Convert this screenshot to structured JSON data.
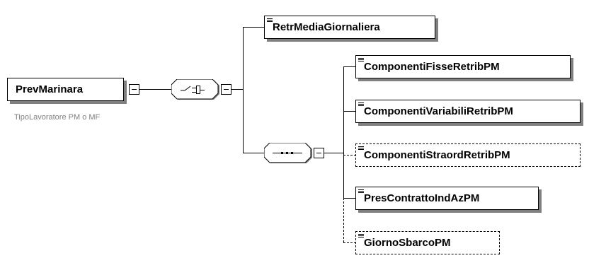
{
  "colors": {
    "line": "#000000",
    "shadow": "#808080",
    "caption": "#808080"
  },
  "root": {
    "label": "PrevMarinara",
    "caption": "TipoLavoratore PM o MF"
  },
  "choice_children": [
    {
      "label": "RetrMediaGiornaliera",
      "optional": false
    },
    {
      "compositor": "sequence"
    }
  ],
  "sequence_children": [
    {
      "label": "ComponentiFisseRetribPM",
      "optional": false
    },
    {
      "label": "ComponentiVariabiliRetribPM",
      "optional": false
    },
    {
      "label": "ComponentiStraordRetribPM",
      "optional": true
    },
    {
      "label": "PresContrattoIndAzPM",
      "optional": false
    },
    {
      "label": "GiornoSbarcoPM",
      "optional": true
    }
  ]
}
